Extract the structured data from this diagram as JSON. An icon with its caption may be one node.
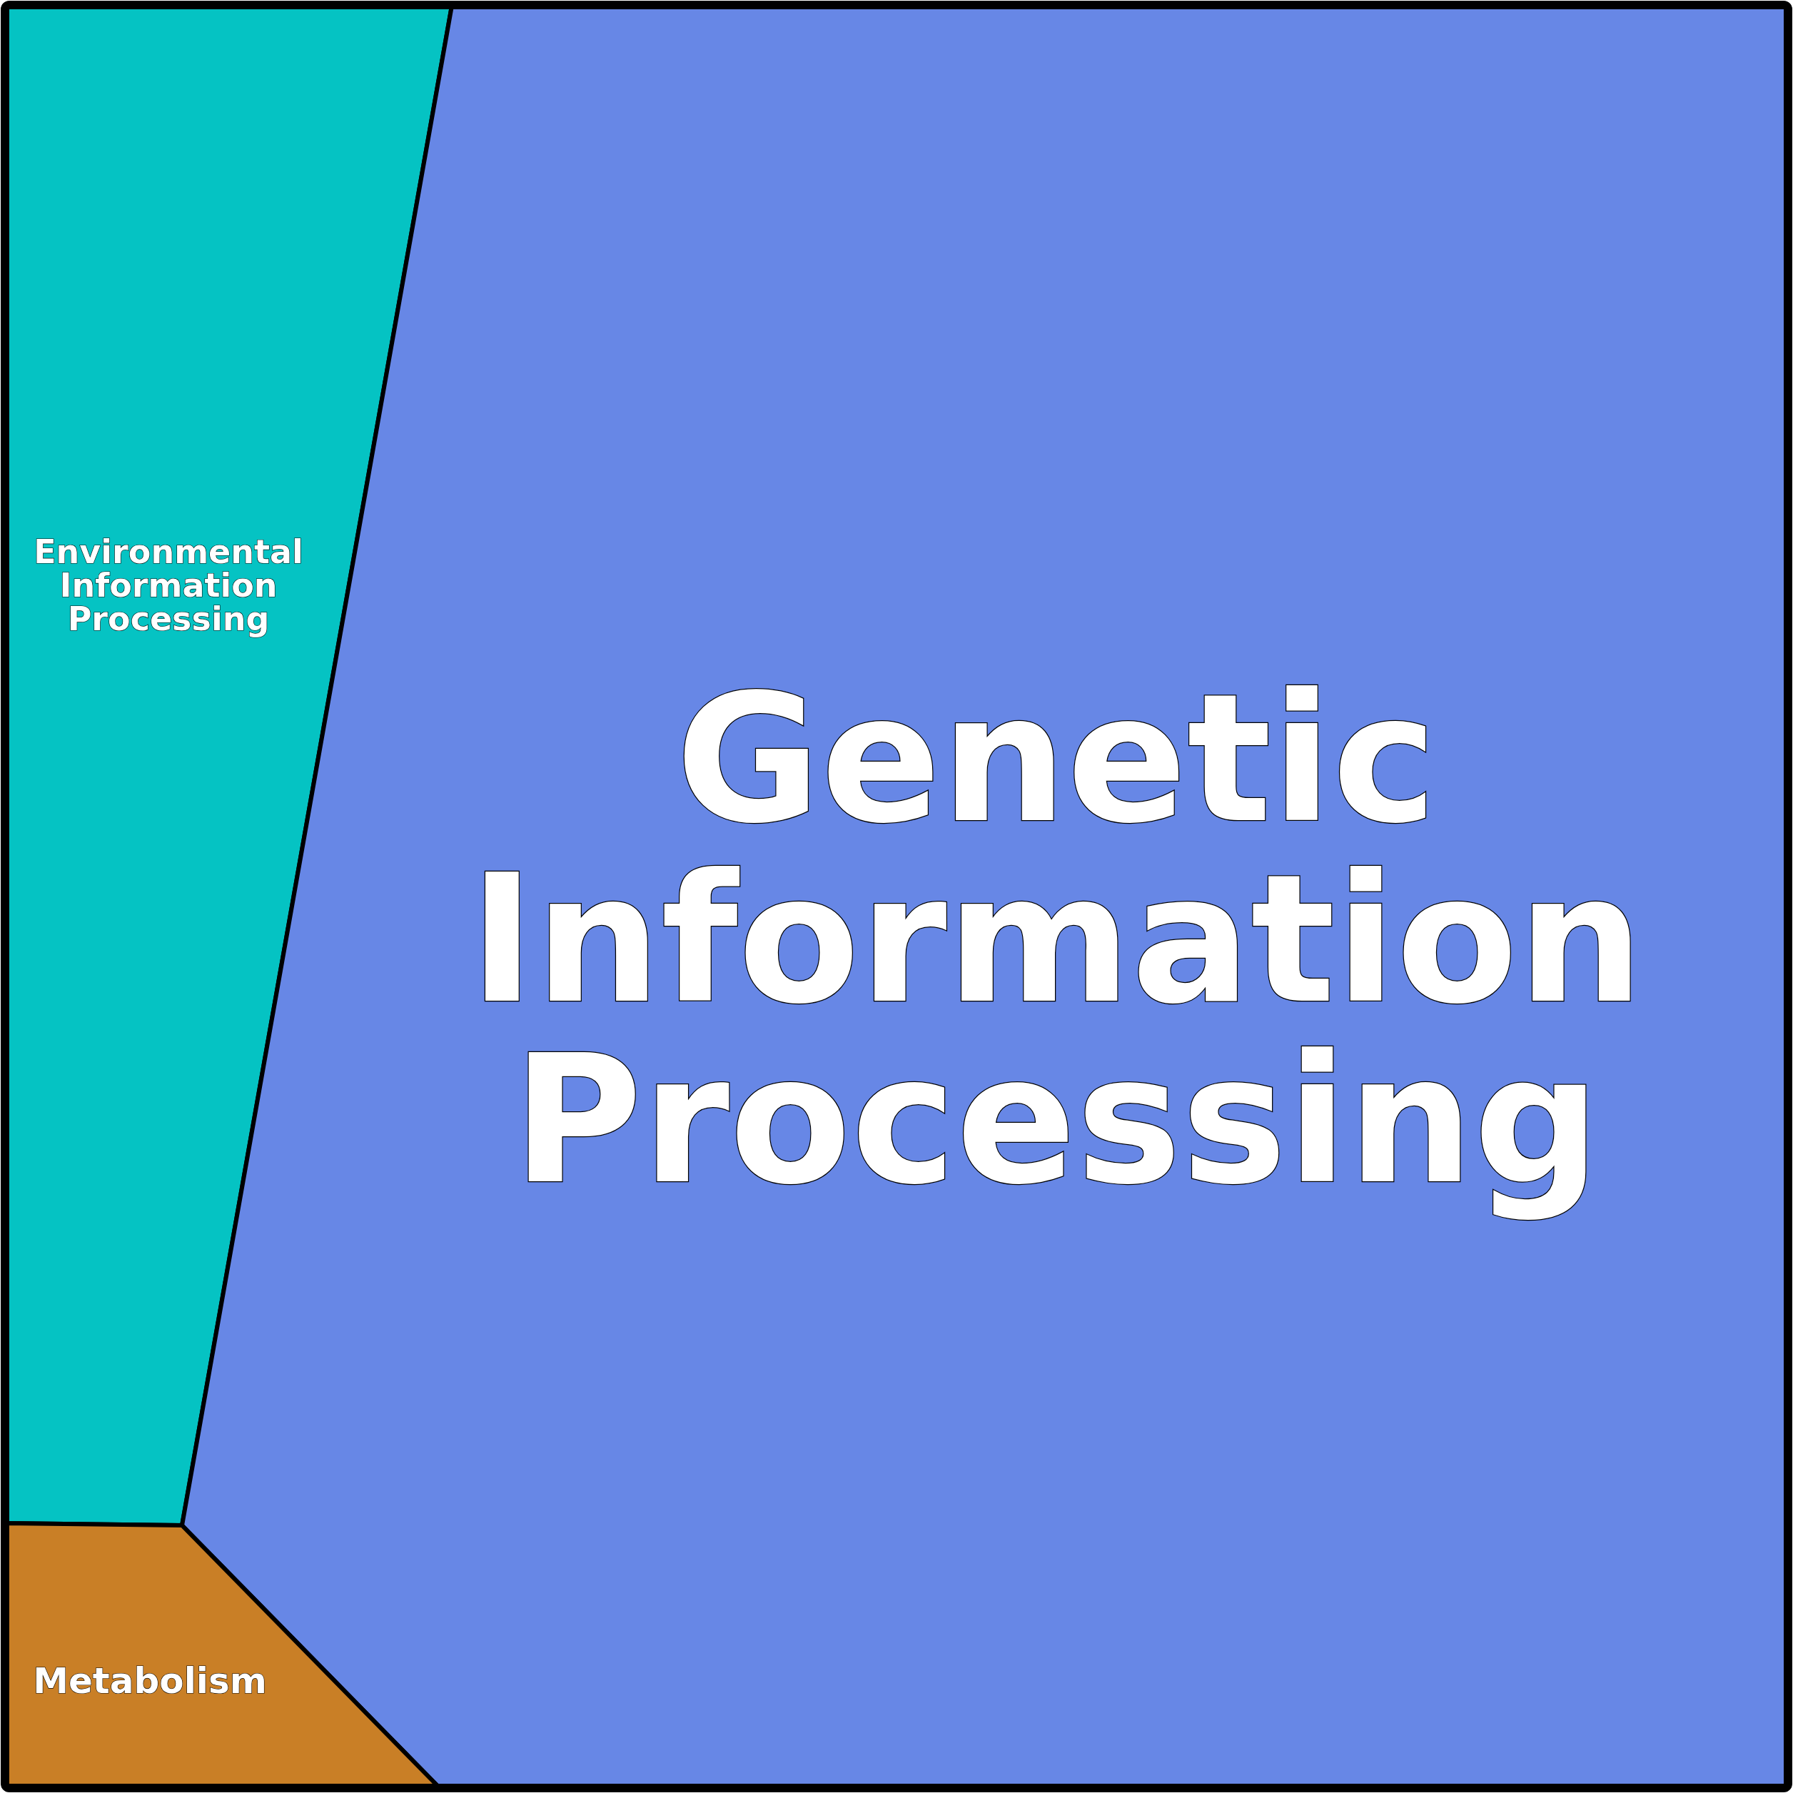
{
  "diagram": {
    "nodes": [
      {
        "text": [
          "Environmental Information Processing"
        ]
      },
      {
        "text": [
          "Genetic Information Processing"
        ]
      },
      {
        "text": [
          "Metabolism"
        ]
      }
    ]
  }
}
